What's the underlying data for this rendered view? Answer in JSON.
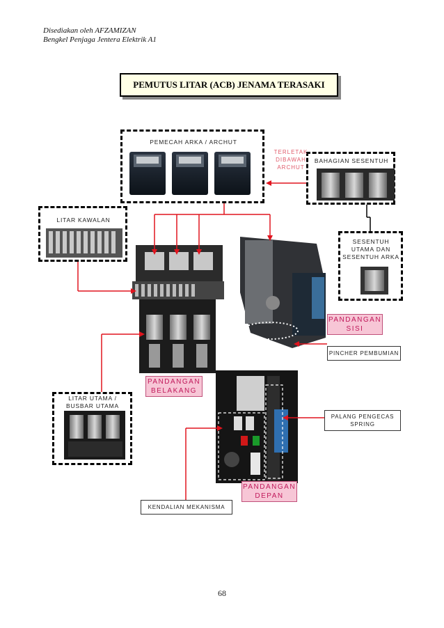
{
  "header": {
    "line1": "Disediakan oleh AFZAMIZAN",
    "line2": "Bengkel Penjaga Jentera Elektrik A1"
  },
  "title": "PEMUTUS LITAR (ACB) JENAMA TERASAKI",
  "labels": {
    "archut": "PEMECAH ARKA / ARCHUT",
    "terletak": "TERLETAK DIBAWAH ARCHUT",
    "bahagian_sesentuh": "BAHAGIAN SESENTUH",
    "litar_kawalan": "LITAR KAWALAN",
    "sesentuh_utama": "SESENTUH UTAMA DAN SESENTUH ARKA",
    "pandangan_sisi": "PANDANGAN SISI",
    "pincher": "PINCHER PEMBUMIAN",
    "pandangan_belakang": "PANDANGAN BELAKANG",
    "litar_utama": "LITAR UTAMA / BUSBAR UTAMA",
    "palang": "PALANG PENGECAS SPRING",
    "pandangan_depan": "PANDANGAN DEPAN",
    "kendalian": "KENDALIAN MEKANISMA"
  },
  "page_number": "68",
  "colors": {
    "arrow": "#e0141e",
    "pink_fill": "#f7c6d6",
    "pink_text": "#c0185a",
    "title_fill": "#ffffe6"
  }
}
